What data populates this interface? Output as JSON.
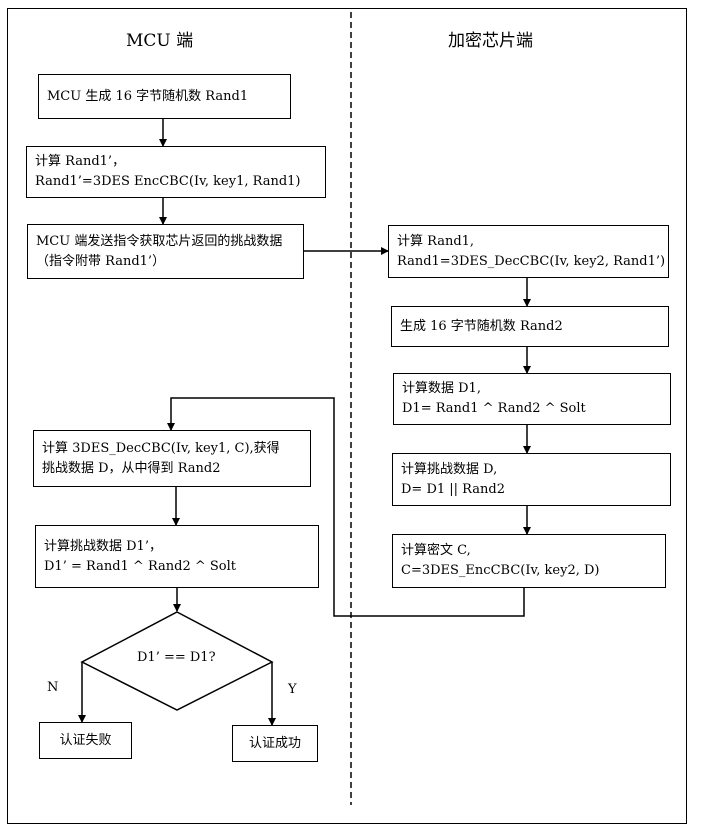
{
  "columns": {
    "mcu_title": "MCU 端",
    "chip_title": "加密芯片端"
  },
  "mcu": {
    "gen_rand1": "MCU 生成 16 字节随机数 Rand1",
    "calc_rand1p_l1": "计算 Rand1’，",
    "calc_rand1p_l2": "Rand1’=3DES EncCBC(Iv, key1, Rand1)",
    "send_cmd": "MCU 端发送指令获取芯片返回的挑战数据（指令附带 Rand1’）",
    "decrypt_l1": "计算 3DES_DecCBC(Iv, key1, C),获得",
    "decrypt_l2": "挑战数据 D，从中得到 Rand2",
    "calc_d1p_l1": "计算挑战数据 D1’，",
    "calc_d1p_l2": "D1’ = Rand1 ^ Rand2 ^ Solt",
    "decision": "D1’ == D1?",
    "no_label": "N",
    "yes_label": "Y",
    "fail": "认证失败",
    "success": "认证成功"
  },
  "chip": {
    "calc_rand1_l1": "计算 Rand1,",
    "calc_rand1_l2": "Rand1=3DES_DecCBC(Iv, key2, Rand1’)",
    "gen_rand2": "生成 16 字节随机数 Rand2",
    "calc_d1_l1": "计算数据 D1,",
    "calc_d1_l2": "D1= Rand1 ^ Rand2 ^ Solt",
    "calc_d_l1": "计算挑战数据 D,",
    "calc_d_l2": "D= D1 || Rand2",
    "calc_c_l1": "计算密文 C,",
    "calc_c_l2": "C=3DES_EncCBC(Iv, key2, D)"
  },
  "colors": {
    "stroke": "#000000",
    "background": "#ffffff"
  }
}
